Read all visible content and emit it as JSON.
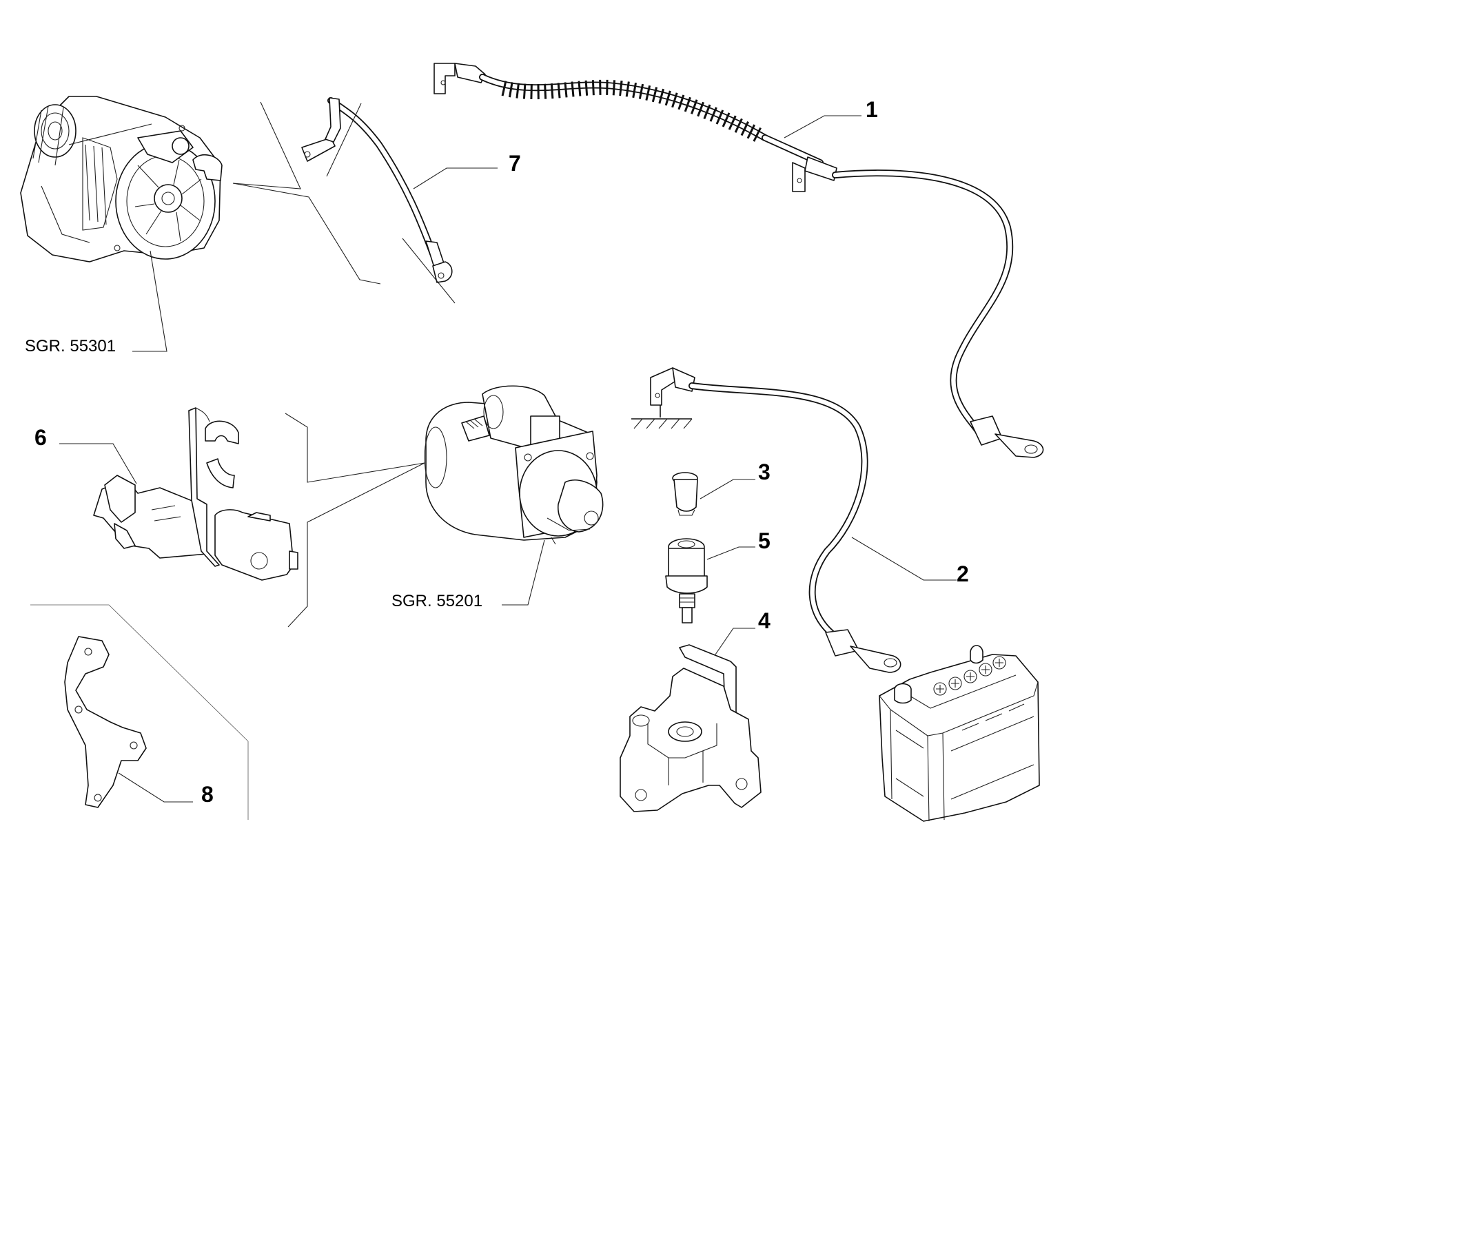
{
  "callouts": [
    {
      "id": "1",
      "label": "1"
    },
    {
      "id": "2",
      "label": "2"
    },
    {
      "id": "3",
      "label": "3"
    },
    {
      "id": "4",
      "label": "4"
    },
    {
      "id": "5",
      "label": "5"
    },
    {
      "id": "6",
      "label": "6"
    },
    {
      "id": "7",
      "label": "7"
    },
    {
      "id": "8",
      "label": "8"
    }
  ],
  "references": {
    "alternator": "SGR. 55301",
    "starter": "SGR. 55201"
  },
  "icons": [
    "alternator-icon",
    "starter-motor-icon",
    "battery-icon",
    "ground-symbol-icon",
    "cable-icon",
    "bracket-icon",
    "switch-icon",
    "connector-icon"
  ]
}
